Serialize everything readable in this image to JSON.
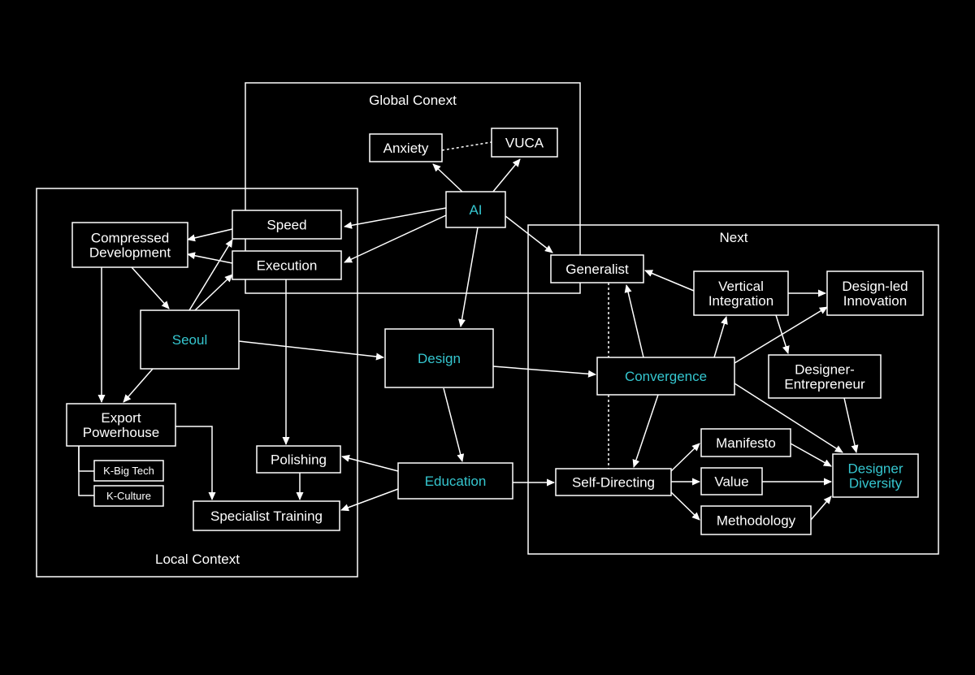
{
  "colors": {
    "background": "#000000",
    "line": "#ffffff",
    "text": "#ffffff",
    "highlight": "#35c6cf"
  },
  "regions": {
    "global": {
      "label": "Global Conext"
    },
    "local": {
      "label": "Local Context"
    },
    "next": {
      "label": "Next"
    }
  },
  "nodes": {
    "anxiety": {
      "label": [
        "Anxiety"
      ]
    },
    "vuca": {
      "label": [
        "VUCA"
      ]
    },
    "ai": {
      "label": [
        "AI"
      ],
      "highlight": true
    },
    "speed": {
      "label": [
        "Speed"
      ]
    },
    "execution": {
      "label": [
        "Execution"
      ]
    },
    "compressed_development": {
      "label": [
        "Compressed",
        "Development"
      ]
    },
    "seoul": {
      "label": [
        "Seoul"
      ],
      "highlight": true
    },
    "design": {
      "label": [
        "Design"
      ],
      "highlight": true
    },
    "export_powerhouse": {
      "label": [
        "Export",
        "Powerhouse"
      ]
    },
    "k_big_tech": {
      "label": [
        "K-Big Tech"
      ]
    },
    "k_culture": {
      "label": [
        "K-Culture"
      ]
    },
    "polishing": {
      "label": [
        "Polishing"
      ]
    },
    "specialist_training": {
      "label": [
        "Specialist Training"
      ]
    },
    "education": {
      "label": [
        "Education"
      ],
      "highlight": true
    },
    "generalist": {
      "label": [
        "Generalist"
      ]
    },
    "vertical_integration": {
      "label": [
        "Vertical",
        "Integration"
      ]
    },
    "design_led_innovation": {
      "label": [
        "Design-led",
        "Innovation"
      ]
    },
    "convergence": {
      "label": [
        "Convergence"
      ],
      "highlight": true
    },
    "designer_entrepreneur": {
      "label": [
        "Designer-",
        "Entrepreneur"
      ]
    },
    "self_directing": {
      "label": [
        "Self-Directing"
      ]
    },
    "manifesto": {
      "label": [
        "Manifesto"
      ]
    },
    "value": {
      "label": [
        "Value"
      ]
    },
    "methodology": {
      "label": [
        "Methodology"
      ]
    },
    "designer_diversity": {
      "label": [
        "Designer",
        "Diversity"
      ],
      "highlight": true
    }
  },
  "edges": [
    {
      "from": "ai",
      "to": "anxiety"
    },
    {
      "from": "ai",
      "to": "vuca"
    },
    {
      "from": "ai",
      "to": "speed"
    },
    {
      "from": "ai",
      "to": "execution"
    },
    {
      "from": "ai",
      "to": "generalist"
    },
    {
      "from": "ai",
      "to": "design"
    },
    {
      "from": "speed",
      "to": "compressed_development"
    },
    {
      "from": "execution",
      "to": "compressed_development"
    },
    {
      "from": "seoul",
      "to": "speed"
    },
    {
      "from": "seoul",
      "to": "execution"
    },
    {
      "from": "compressed_development",
      "to": "seoul"
    },
    {
      "from": "compressed_development",
      "to": "export_powerhouse"
    },
    {
      "from": "seoul",
      "to": "export_powerhouse"
    },
    {
      "from": "seoul",
      "to": "design"
    },
    {
      "from": "execution",
      "to": "polishing"
    },
    {
      "from": "export_powerhouse",
      "to": "specialist_training"
    },
    {
      "from": "polishing",
      "to": "specialist_training"
    },
    {
      "from": "design",
      "to": "education"
    },
    {
      "from": "design",
      "to": "convergence"
    },
    {
      "from": "education",
      "to": "polishing"
    },
    {
      "from": "education",
      "to": "specialist_training"
    },
    {
      "from": "education",
      "to": "self_directing"
    },
    {
      "from": "convergence",
      "to": "generalist"
    },
    {
      "from": "vertical_integration",
      "to": "generalist"
    },
    {
      "from": "convergence",
      "to": "vertical_integration"
    },
    {
      "from": "vertical_integration",
      "to": "design_led_innovation"
    },
    {
      "from": "vertical_integration",
      "to": "designer_entrepreneur"
    },
    {
      "from": "convergence",
      "to": "design_led_innovation"
    },
    {
      "from": "convergence",
      "to": "self_directing"
    },
    {
      "from": "convergence",
      "to": "designer_diversity"
    },
    {
      "from": "designer_entrepreneur",
      "to": "designer_diversity"
    },
    {
      "from": "self_directing",
      "to": "manifesto"
    },
    {
      "from": "self_directing",
      "to": "value"
    },
    {
      "from": "self_directing",
      "to": "methodology"
    },
    {
      "from": "manifesto",
      "to": "designer_diversity"
    },
    {
      "from": "value",
      "to": "designer_diversity"
    },
    {
      "from": "methodology",
      "to": "designer_diversity"
    },
    {
      "from": "anxiety",
      "to": "vuca",
      "style": "dashed",
      "arrow": false
    },
    {
      "from": "generalist",
      "to": "self_directing",
      "style": "dashed",
      "arrow": false
    },
    {
      "from": "export_powerhouse",
      "to": "k_big_tech",
      "style": "bracket",
      "arrow": false
    },
    {
      "from": "export_powerhouse",
      "to": "k_culture",
      "style": "bracket",
      "arrow": false
    }
  ]
}
